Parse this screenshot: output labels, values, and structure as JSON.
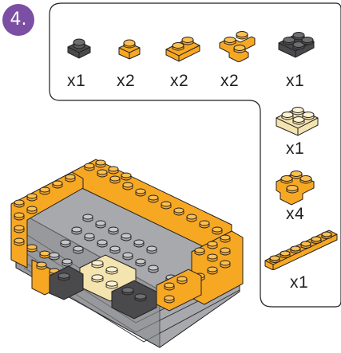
{
  "step": {
    "number": "4."
  },
  "colors": {
    "badge": "#7b4fa3",
    "dark_grey": "#4a4a4d",
    "light_grey": "#a7a9ac",
    "bright_orange": "#f7a823",
    "tan": "#f3e4b0",
    "outline": "#231f20"
  },
  "parts": [
    {
      "name": "dark-grey-plate-1x1",
      "color": "dark_grey",
      "qty": "x1"
    },
    {
      "name": "orange-plate-1x1",
      "color": "bright_orange",
      "qty": "x2"
    },
    {
      "name": "orange-plate-1x2",
      "color": "bright_orange",
      "qty": "x2"
    },
    {
      "name": "orange-plate-2x2-corner",
      "color": "bright_orange",
      "qty": "x2"
    },
    {
      "name": "dark-grey-plate-2x2",
      "color": "dark_grey",
      "qty": "x1"
    },
    {
      "name": "tan-plate-2x2",
      "color": "tan",
      "qty": "x1"
    },
    {
      "name": "orange-plate-2x3-corner",
      "color": "bright_orange",
      "qty": "x4"
    },
    {
      "name": "orange-plate-1x6",
      "color": "bright_orange",
      "qty": "x1"
    }
  ]
}
